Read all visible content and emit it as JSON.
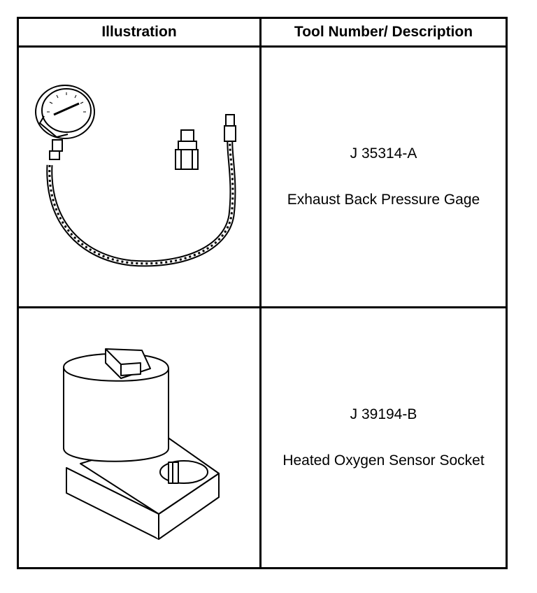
{
  "table": {
    "headers": {
      "illustration": "Illustration",
      "description": "Tool Number/ Description"
    },
    "rows": [
      {
        "tool_number": "J 35314-A",
        "description": "Exhaust Back Pressure Gage",
        "illustration_icon": "pressure-gauge-hose-icon"
      },
      {
        "tool_number": "J 39194-B",
        "description": "Heated Oxygen Sensor Socket",
        "illustration_icon": "oxygen-sensor-socket-icon"
      }
    ]
  }
}
